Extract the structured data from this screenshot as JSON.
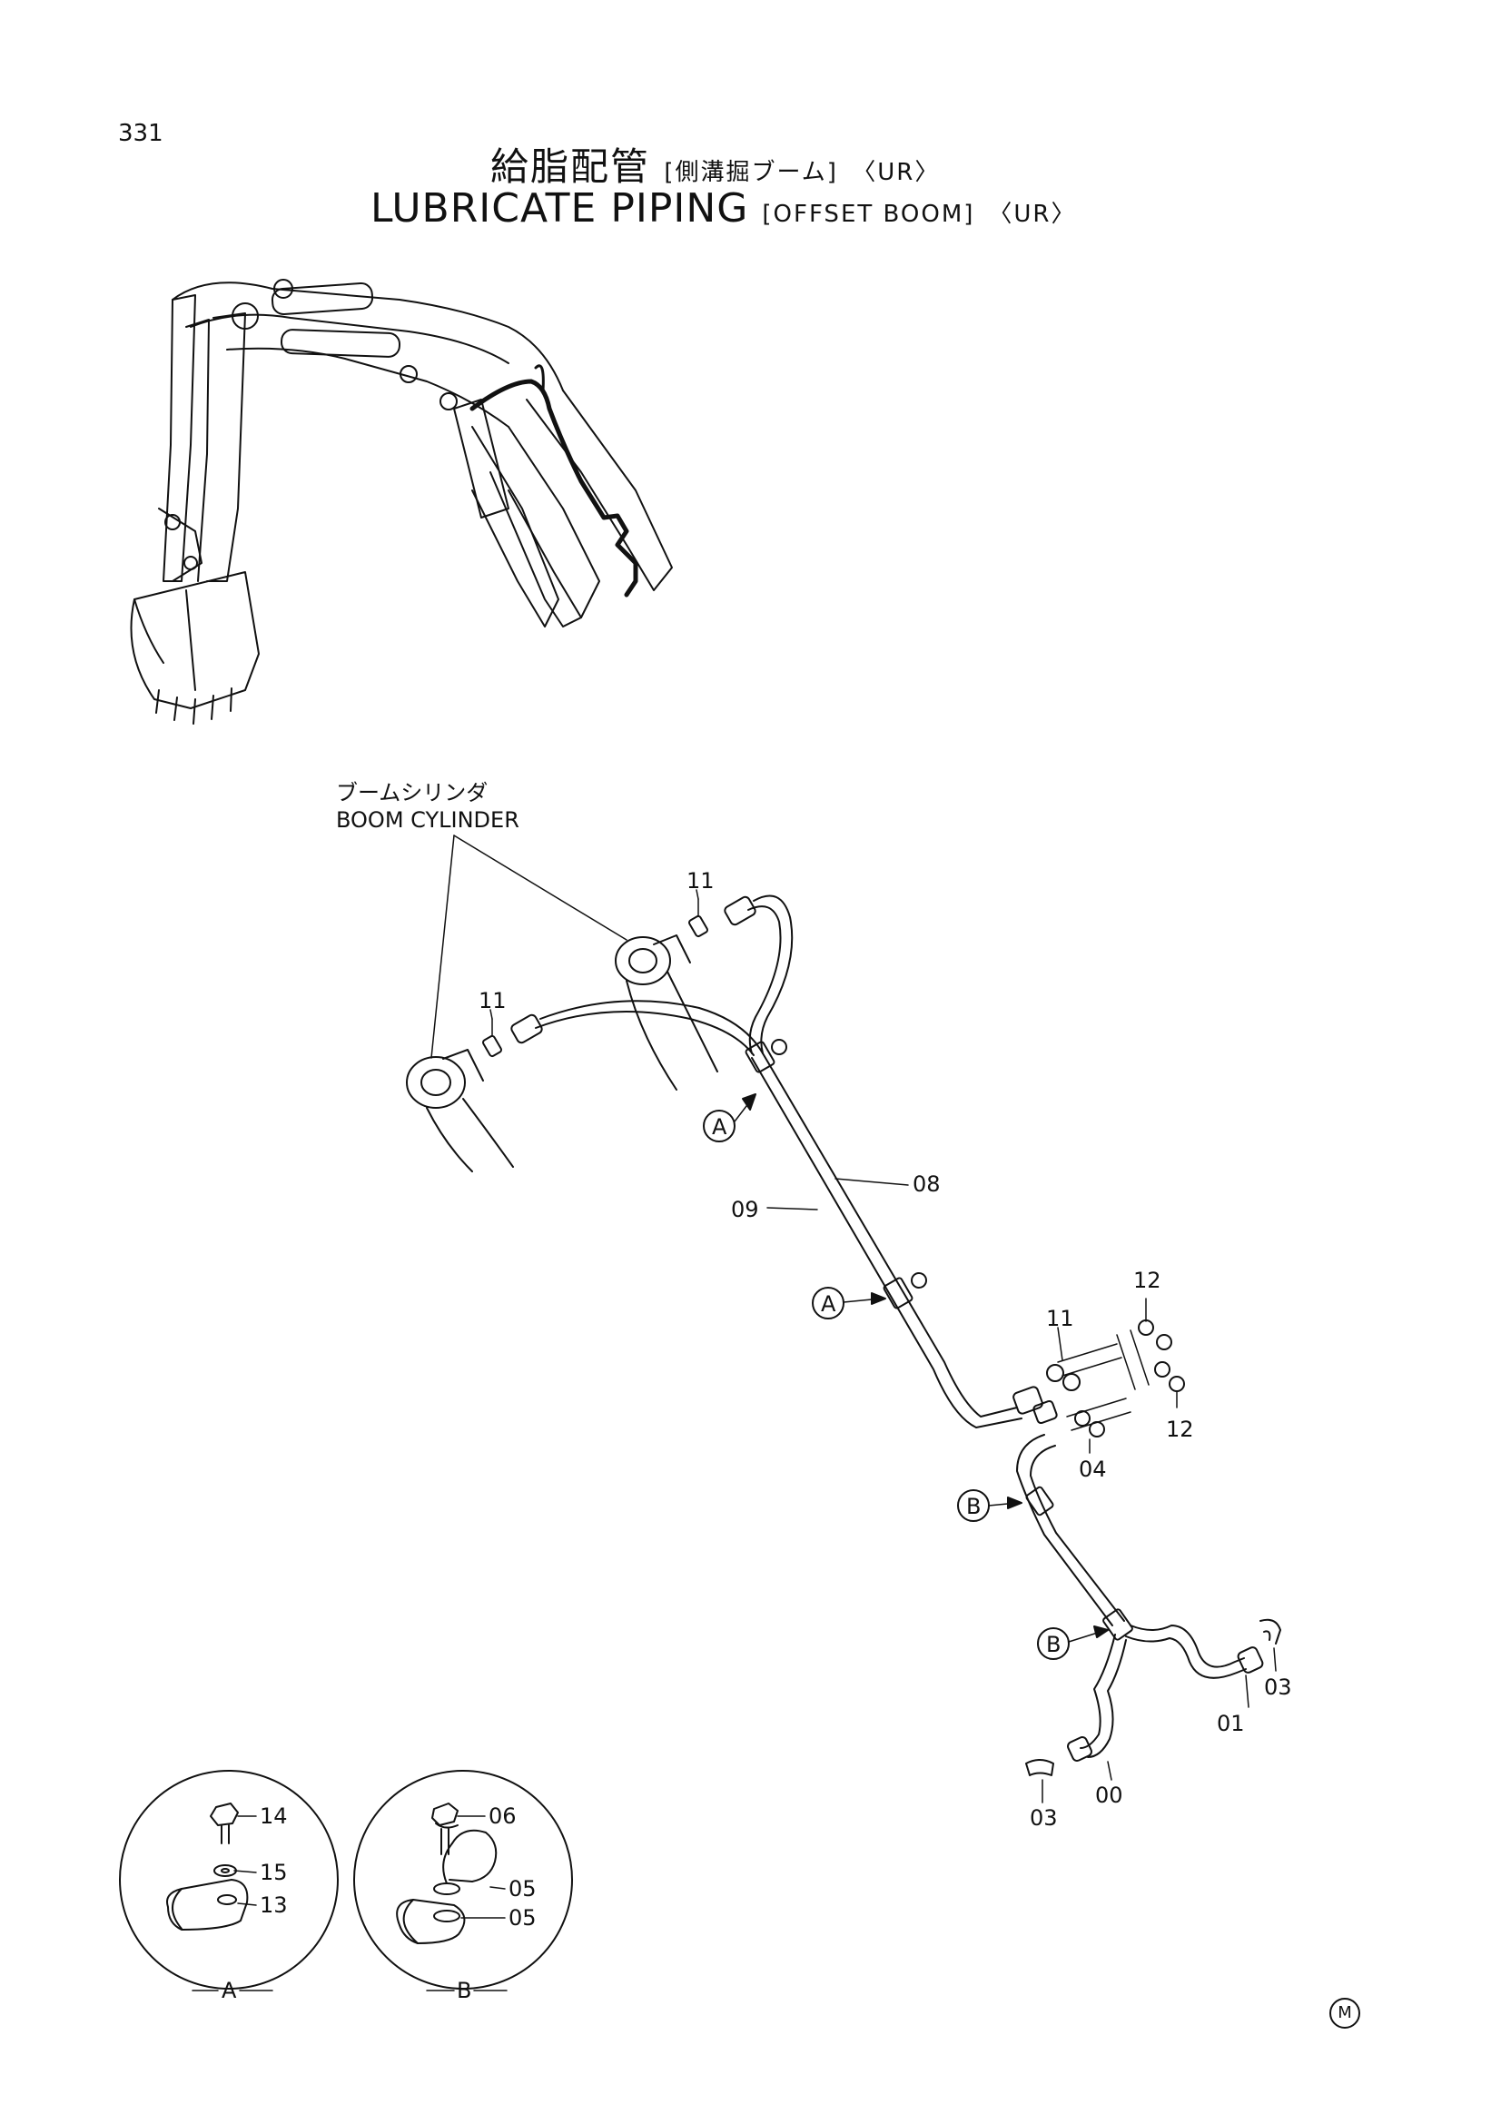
{
  "page_number": "331",
  "title_jp": "給脂配管",
  "title_jp_bracket": "[側溝掘ブーム]",
  "title_jp_variant": "〈UR〉",
  "title_en": "LUBRICATE PIPING",
  "title_en_bracket": "[OFFSET BOOM]",
  "title_en_variant": "〈UR〉",
  "boom_cylinder_jp": "ブームシリンダ",
  "boom_cylinder_en": "BOOM CYLINDER",
  "parts": {
    "p11a": "11",
    "p11b": "11",
    "p11c": "11",
    "p12a": "12",
    "p12b": "12",
    "p08": "08",
    "p09": "09",
    "p04": "04",
    "p01": "01",
    "p00": "00",
    "p03a": "03",
    "p03b": "03",
    "p14": "14",
    "p15": "15",
    "p13": "13",
    "p06": "06",
    "p05a": "05",
    "p05b": "05"
  },
  "markers": {
    "a1": "A",
    "a2": "A",
    "b1": "B",
    "b2": "B"
  },
  "details": {
    "detail_a": "A",
    "detail_b": "B"
  },
  "mark": "M"
}
